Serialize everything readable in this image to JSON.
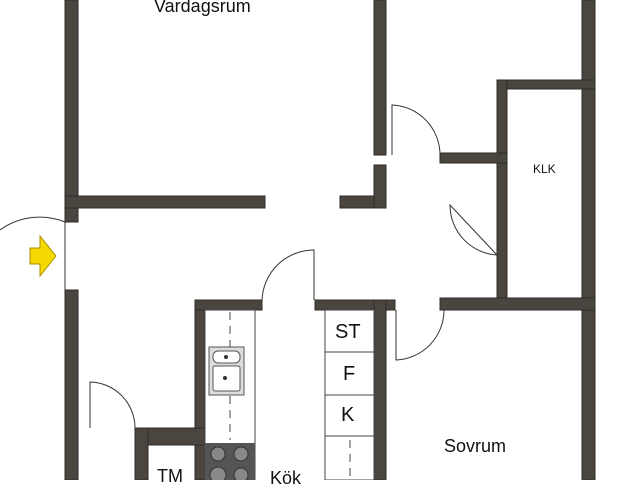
{
  "rooms": {
    "living": "Vardagsrum",
    "closet": "KLK",
    "bedroom": "Sovrum",
    "kitchen": "Kök",
    "laundry": "TM"
  },
  "kitchen_units": [
    "ST",
    "F",
    "K"
  ],
  "colors": {
    "wall": "#4a463f",
    "entry_arrow": "#f5d800"
  },
  "icons": {
    "entry": "entry-arrow-icon",
    "sink": "sink-icon",
    "stove": "stove-icon"
  }
}
